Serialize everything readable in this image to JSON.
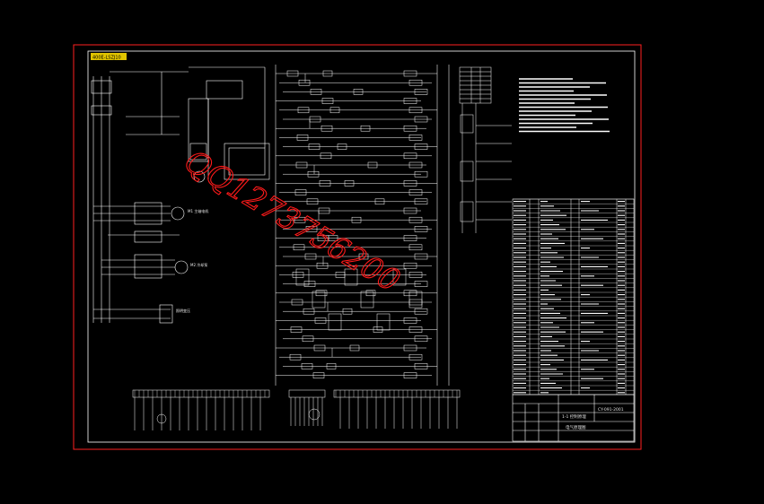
{
  "drawing": {
    "tag_label": "400E-LSZJ10",
    "watermark": "QQ1273756200",
    "title_block": {
      "drawing_no": "CY-091-2001",
      "row_a": "1-1 控制原理",
      "row_b": "电气原理图"
    },
    "motor_labels": [
      "M1 主轴电机",
      "M2 冷却泵",
      "照明变压"
    ],
    "colors": {
      "background": "#000000",
      "frame": "#ff2020",
      "lines": "#ffffff",
      "tag_bg": "#e0c400",
      "watermark": "#ff1a1a"
    }
  }
}
